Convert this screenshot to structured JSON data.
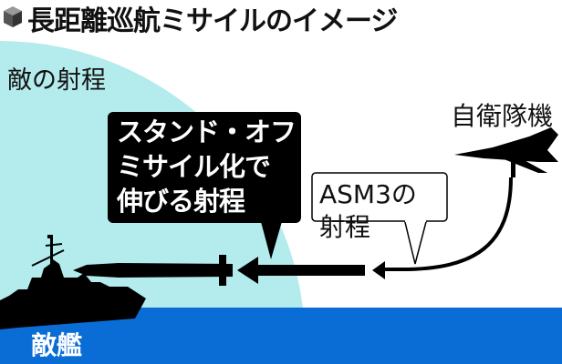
{
  "title": "長距離巡航ミサイルのイメージ",
  "title_icon": "cube-icon",
  "labels": {
    "enemy_range": "敵の射程",
    "stand_off_line1": "スタンド・オフ・",
    "stand_off_line2": "ミサイル化で",
    "stand_off_line3": "伸びる射程",
    "asm3_line1": "ASM3の",
    "asm3_line2": "射程",
    "jsdf_aircraft": "自衛隊機",
    "enemy_ship": "敵艦"
  },
  "colors": {
    "enemy_range_fill": "#b4ebec",
    "sea": "#0a6dd6",
    "callout_dark": "#000000"
  }
}
